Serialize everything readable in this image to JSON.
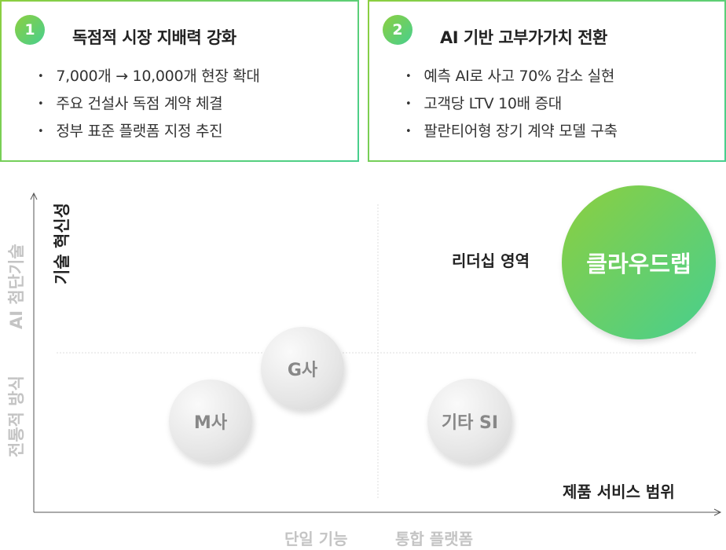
{
  "cards": [
    {
      "number": "1",
      "title": "독점적 시장 지배력 강화",
      "bullets": [
        "7,000개 → 10,000개 현장 확대",
        "주요 건설사 독점 계약 체결",
        "정부 표준 플랫폼 지정 추진"
      ]
    },
    {
      "number": "2",
      "title": "AI 기반 고부가가치 전환",
      "bullets": [
        "예측 AI로 사고 70% 감소 실현",
        "고객당 LTV 10배 증대",
        "팔란티어형 장기 계약 모델 구축"
      ]
    }
  ],
  "matrix": {
    "y_axis_title": "기술 혁신성",
    "y_high": "AI 첨단기술",
    "y_low": "전통적 방식",
    "x_axis_title": "제품 서비스 범위",
    "x_low": "단일 기능",
    "x_high": "통합 플랫폼",
    "quadrant_label": "리더십 영역",
    "bubbles": {
      "cloudlab": "클라우드랩",
      "g": "G사",
      "m": "M사",
      "si": "기타 SI"
    }
  },
  "colors": {
    "green_start": "#8ccf3f",
    "green_end": "#47cf8f"
  }
}
